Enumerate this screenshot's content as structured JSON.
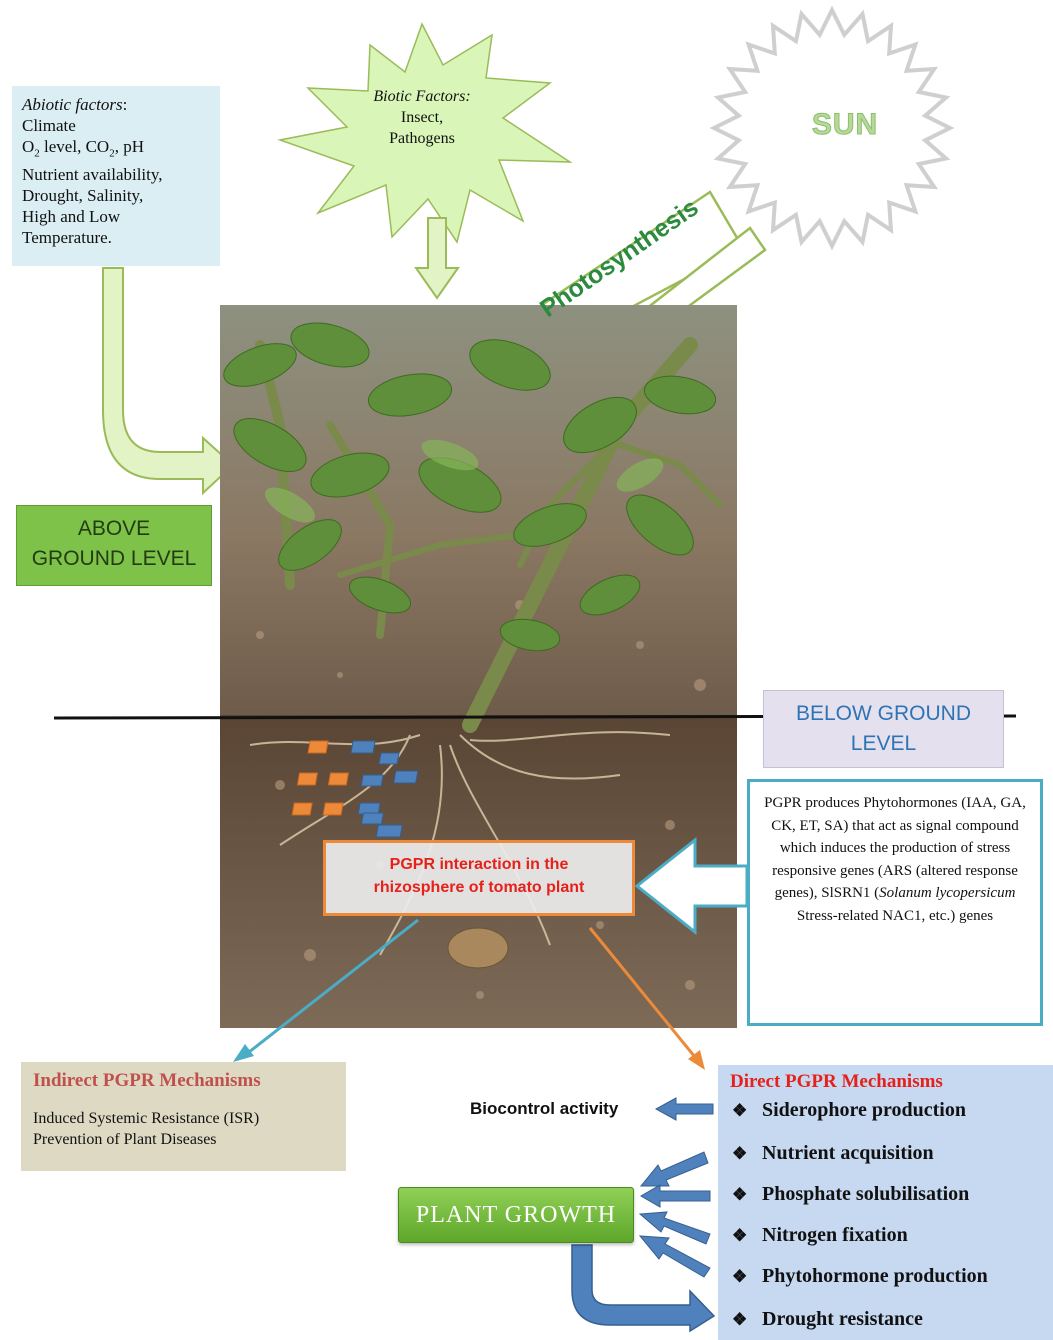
{
  "abiotic": {
    "title": "Abiotic factors",
    "title_colon": ":",
    "lines": [
      "Climate",
      "Nutrient availability,",
      "Drought, Salinity,",
      "High and Low",
      "Temperature."
    ],
    "gas_line": {
      "o": "O",
      "o_sub": "2",
      "mid": " level, CO",
      "co_sub": "2",
      "end": ", pH"
    }
  },
  "biotic": {
    "title": "Biotic Factors:",
    "lines": [
      "Insect,",
      "Pathogens"
    ]
  },
  "sun": {
    "label": "SUN"
  },
  "photosynthesis": {
    "label": "Photosynthesis"
  },
  "above_ground": {
    "lines": [
      "ABOVE",
      "GROUND LEVEL"
    ]
  },
  "below_ground": {
    "lines": [
      "BELOW GROUND",
      "LEVEL"
    ]
  },
  "pgpr_interaction": {
    "lines": [
      "PGPR interaction in the",
      "rhizosphere of tomato plant"
    ]
  },
  "phytohormones": {
    "p1": "PGPR produces Phytohormones (IAA, GA, CK, ET, SA) that act as signal compound which induces the production of stress responsive genes (ARS (altered response genes), SlSRN1 (",
    "p1_em": "Solanum lycopersicum",
    "p1_end": " Stress-related NAC1, etc.) genes"
  },
  "indirect": {
    "title": "Indirect PGPR Mechanisms",
    "lines": [
      "Induced Systemic Resistance (ISR)",
      "Prevention of Plant Diseases"
    ]
  },
  "direct": {
    "title": "Direct PGPR Mechanisms",
    "bullet": "❖",
    "items": [
      "Siderophore production",
      "Nutrient acquisition",
      "Phosphate solubilisation",
      "Nitrogen fixation",
      "Phytohormone production",
      "Drought resistance"
    ]
  },
  "biocontrol": {
    "label": "Biocontrol activity"
  },
  "plant_growth": {
    "label": "PLANT GROWTH"
  },
  "colors": {
    "green_arrow": "#9bbb59",
    "light_green_fill": "#e2f3c5",
    "blue_arrow": "#4f81bd",
    "teal": "#4bacc6",
    "orange": "#ed8a3a",
    "red_text": "#e6211b"
  }
}
